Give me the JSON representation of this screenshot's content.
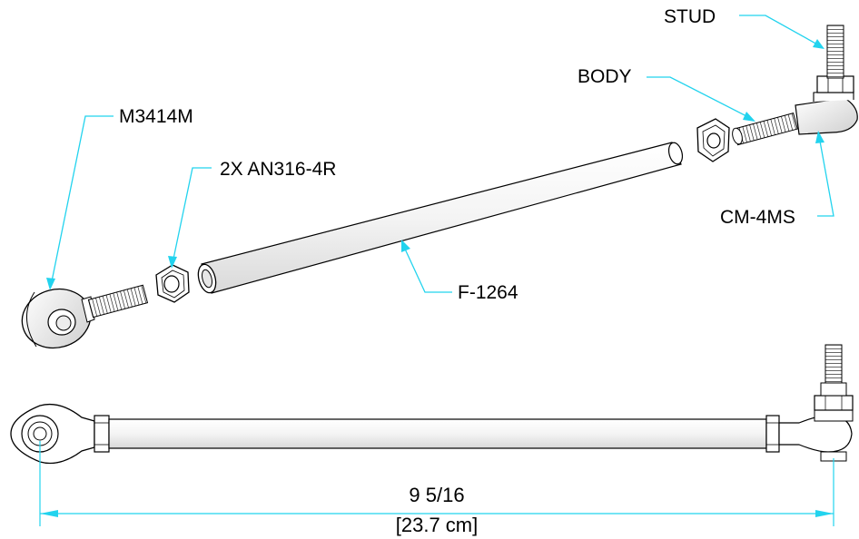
{
  "labels": {
    "stud": "STUD",
    "body": "BODY",
    "m3414m": "M3414M",
    "an316": "2X AN316-4R",
    "cm4ms": "CM-4MS",
    "f1264": "F-1264"
  },
  "dimension": {
    "imperial": "9 5/16",
    "metric": "[23.7 cm]"
  },
  "colors": {
    "leader": "#22d3ee",
    "line": "#000000"
  }
}
